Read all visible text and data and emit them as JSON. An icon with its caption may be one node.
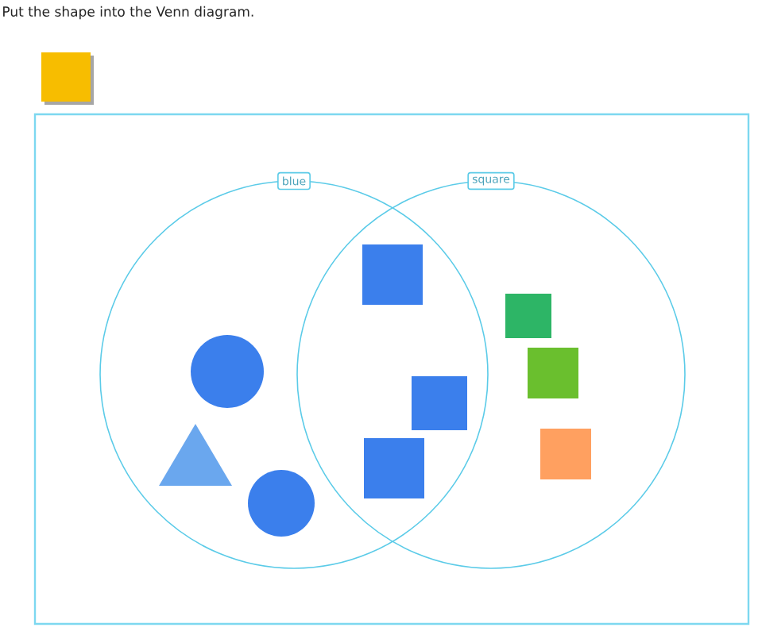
{
  "diagram": {
    "title": "Put the shape into the Venn diagram.",
    "nodes": [
      {
        "text": [],
        "shape": "box"
      },
      {
        "text": [],
        "shape": "box"
      },
      {
        "text": [
          "blue"
        ],
        "in": 1
      },
      {
        "text": [
          "square"
        ],
        "in": 1
      },
      {
        "text": [],
        "shape": "circle",
        "in": 2
      },
      {
        "text": [],
        "shape": "triangle",
        "in": 2
      },
      {
        "text": [],
        "shape": "circle",
        "in": 2
      },
      {
        "text": [],
        "shape": "box"
      },
      {
        "text": [],
        "shape": "box"
      },
      {
        "text": [],
        "shape": "box"
      },
      {
        "text": [],
        "shape": "box",
        "in": 3
      },
      {
        "text": [],
        "shape": "box",
        "in": 3
      },
      {
        "text": [],
        "shape": "box",
        "in": 3
      }
    ]
  }
}
